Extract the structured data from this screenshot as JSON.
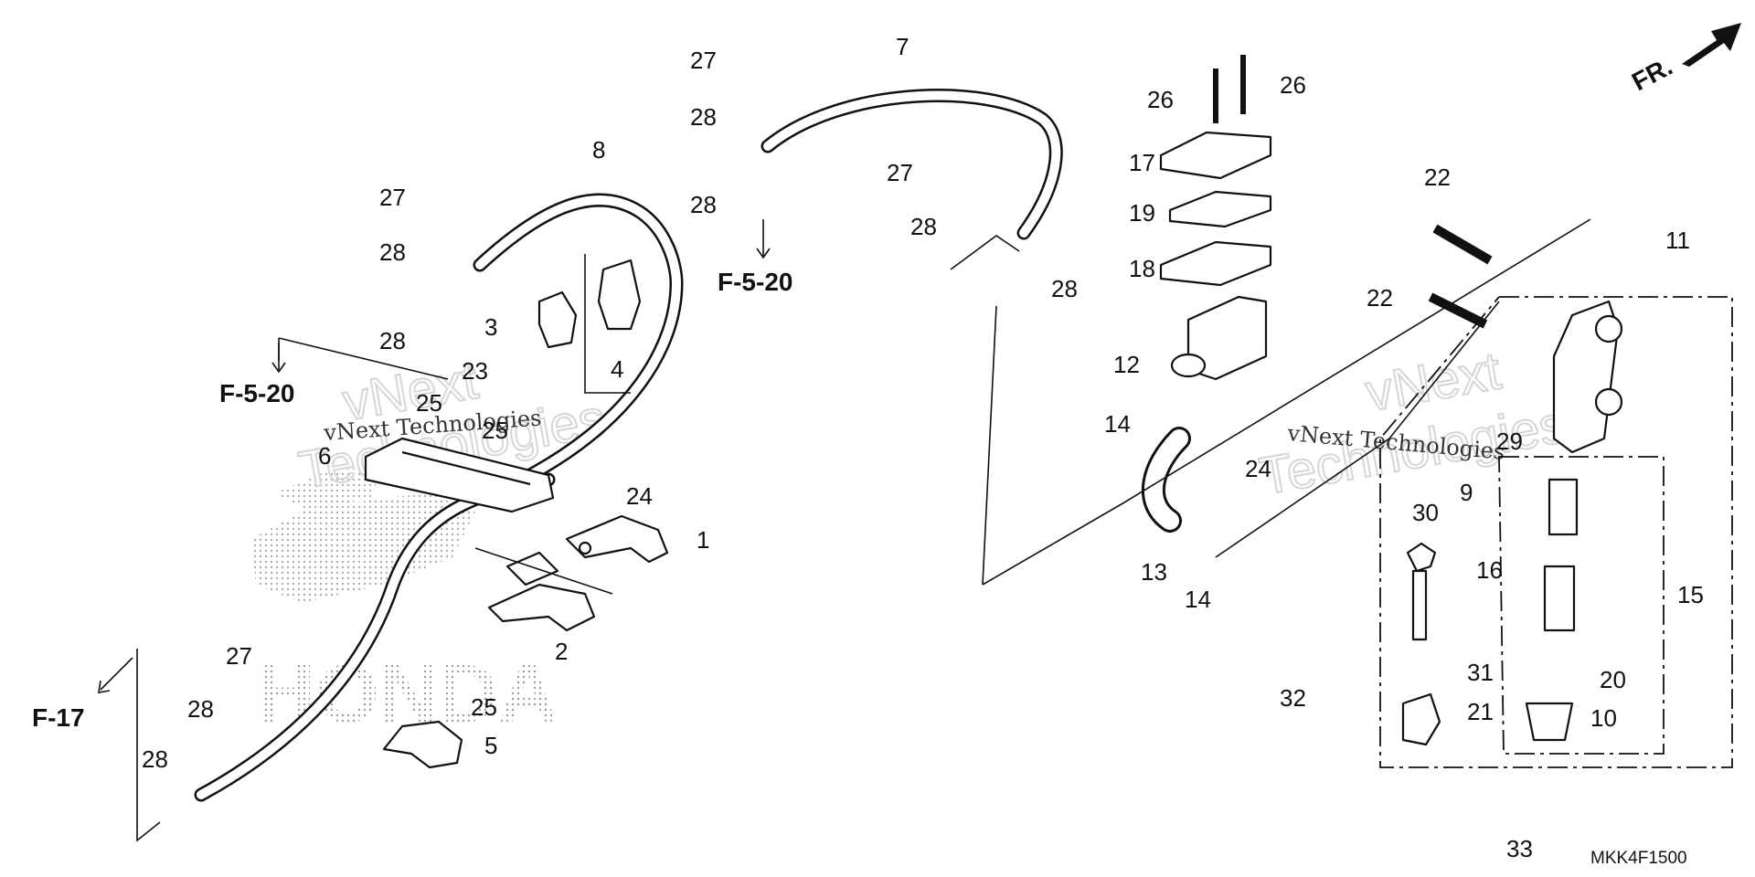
{
  "diagram": {
    "code": "MKK4F1500",
    "front_marker": "FR.",
    "watermark_brand": "HONDA",
    "watermark_line1": "vNext",
    "watermark_line2": "Technologies",
    "watermark_inline": "vNext Technologies"
  },
  "refs": [
    "F-5-20",
    "F-5-20",
    "F-17"
  ],
  "callouts": [
    "1",
    "2",
    "3",
    "4",
    "5",
    "6",
    "7",
    "8",
    "9",
    "10",
    "11",
    "12",
    "13",
    "14",
    "14",
    "15",
    "16",
    "17",
    "18",
    "19",
    "20",
    "21",
    "22",
    "22",
    "23",
    "24",
    "24",
    "25",
    "25",
    "25",
    "26",
    "26",
    "27",
    "27",
    "27",
    "27",
    "28",
    "28",
    "28",
    "28",
    "28",
    "28",
    "28",
    "28",
    "29",
    "30",
    "31",
    "32",
    "33"
  ]
}
